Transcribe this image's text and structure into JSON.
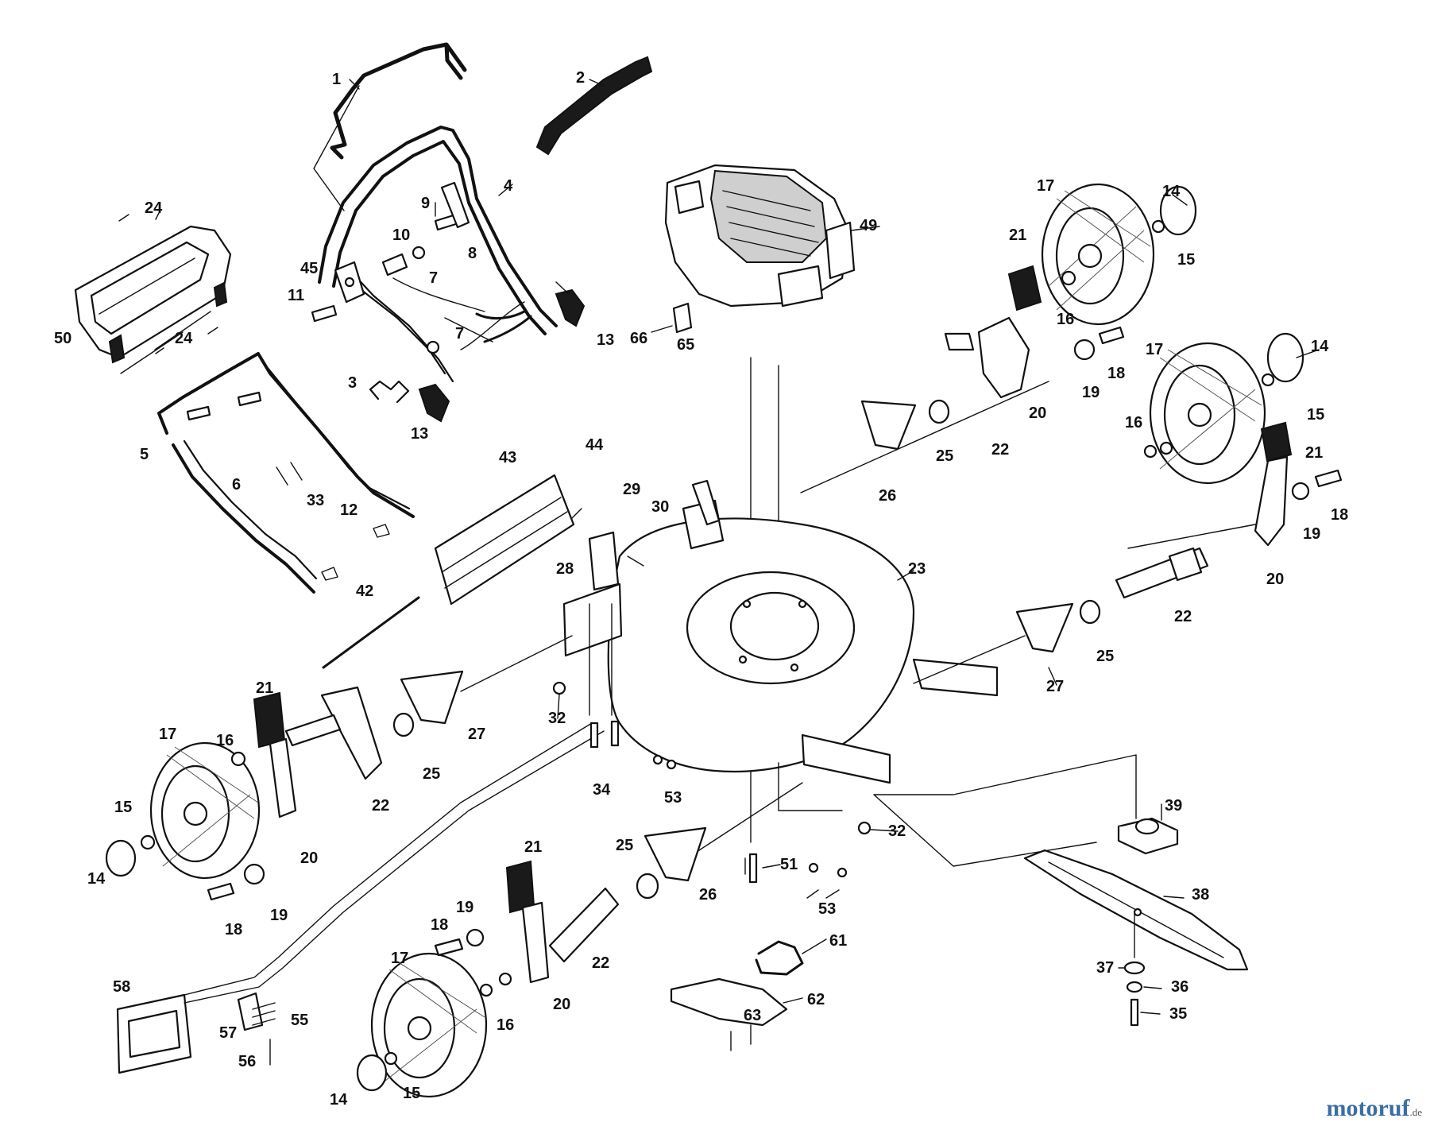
{
  "diagram": {
    "callouts": [
      {
        "id": "c-1",
        "label": "1"
      },
      {
        "id": "c-2",
        "label": "2"
      },
      {
        "id": "c-3",
        "label": "3"
      },
      {
        "id": "c-4",
        "label": "4"
      },
      {
        "id": "c-5",
        "label": "5"
      },
      {
        "id": "c-6",
        "label": "6"
      },
      {
        "id": "c-7a",
        "label": "7"
      },
      {
        "id": "c-7b",
        "label": "7"
      },
      {
        "id": "c-8",
        "label": "8"
      },
      {
        "id": "c-9",
        "label": "9"
      },
      {
        "id": "c-10",
        "label": "10"
      },
      {
        "id": "c-11",
        "label": "11"
      },
      {
        "id": "c-12",
        "label": "12"
      },
      {
        "id": "c-13a",
        "label": "13"
      },
      {
        "id": "c-13b",
        "label": "13"
      },
      {
        "id": "c-14a",
        "label": "14"
      },
      {
        "id": "c-14b",
        "label": "14"
      },
      {
        "id": "c-14c",
        "label": "14"
      },
      {
        "id": "c-14d",
        "label": "14"
      },
      {
        "id": "c-15a",
        "label": "15"
      },
      {
        "id": "c-15b",
        "label": "15"
      },
      {
        "id": "c-15c",
        "label": "15"
      },
      {
        "id": "c-15d",
        "label": "15"
      },
      {
        "id": "c-16a",
        "label": "16"
      },
      {
        "id": "c-16b",
        "label": "16"
      },
      {
        "id": "c-16c",
        "label": "16"
      },
      {
        "id": "c-16d",
        "label": "16"
      },
      {
        "id": "c-17a",
        "label": "17"
      },
      {
        "id": "c-17b",
        "label": "17"
      },
      {
        "id": "c-17c",
        "label": "17"
      },
      {
        "id": "c-17d",
        "label": "17"
      },
      {
        "id": "c-18a",
        "label": "18"
      },
      {
        "id": "c-18b",
        "label": "18"
      },
      {
        "id": "c-18c",
        "label": "18"
      },
      {
        "id": "c-18d",
        "label": "18"
      },
      {
        "id": "c-19a",
        "label": "19"
      },
      {
        "id": "c-19b",
        "label": "19"
      },
      {
        "id": "c-19c",
        "label": "19"
      },
      {
        "id": "c-19d",
        "label": "19"
      },
      {
        "id": "c-20a",
        "label": "20"
      },
      {
        "id": "c-20b",
        "label": "20"
      },
      {
        "id": "c-20c",
        "label": "20"
      },
      {
        "id": "c-20d",
        "label": "20"
      },
      {
        "id": "c-21a",
        "label": "21"
      },
      {
        "id": "c-21b",
        "label": "21"
      },
      {
        "id": "c-21c",
        "label": "21"
      },
      {
        "id": "c-21d",
        "label": "21"
      },
      {
        "id": "c-22a",
        "label": "22"
      },
      {
        "id": "c-22b",
        "label": "22"
      },
      {
        "id": "c-22c",
        "label": "22"
      },
      {
        "id": "c-22d",
        "label": "22"
      },
      {
        "id": "c-23",
        "label": "23"
      },
      {
        "id": "c-24a",
        "label": "24"
      },
      {
        "id": "c-24b",
        "label": "24"
      },
      {
        "id": "c-25a",
        "label": "25"
      },
      {
        "id": "c-25b",
        "label": "25"
      },
      {
        "id": "c-25c",
        "label": "25"
      },
      {
        "id": "c-25d",
        "label": "25"
      },
      {
        "id": "c-26a",
        "label": "26"
      },
      {
        "id": "c-26b",
        "label": "26"
      },
      {
        "id": "c-27a",
        "label": "27"
      },
      {
        "id": "c-27b",
        "label": "27"
      },
      {
        "id": "c-28",
        "label": "28"
      },
      {
        "id": "c-29",
        "label": "29"
      },
      {
        "id": "c-30",
        "label": "30"
      },
      {
        "id": "c-32a",
        "label": "32"
      },
      {
        "id": "c-32b",
        "label": "32"
      },
      {
        "id": "c-33",
        "label": "33"
      },
      {
        "id": "c-34",
        "label": "34"
      },
      {
        "id": "c-35",
        "label": "35"
      },
      {
        "id": "c-36",
        "label": "36"
      },
      {
        "id": "c-37",
        "label": "37"
      },
      {
        "id": "c-38",
        "label": "38"
      },
      {
        "id": "c-39",
        "label": "39"
      },
      {
        "id": "c-42",
        "label": "42"
      },
      {
        "id": "c-43",
        "label": "43"
      },
      {
        "id": "c-44",
        "label": "44"
      },
      {
        "id": "c-45",
        "label": "45"
      },
      {
        "id": "c-49",
        "label": "49"
      },
      {
        "id": "c-50",
        "label": "50"
      },
      {
        "id": "c-51",
        "label": "51"
      },
      {
        "id": "c-53a",
        "label": "53"
      },
      {
        "id": "c-53b",
        "label": "53"
      },
      {
        "id": "c-55",
        "label": "55"
      },
      {
        "id": "c-56",
        "label": "56"
      },
      {
        "id": "c-57",
        "label": "57"
      },
      {
        "id": "c-58",
        "label": "58"
      },
      {
        "id": "c-61",
        "label": "61"
      },
      {
        "id": "c-62",
        "label": "62"
      },
      {
        "id": "c-63",
        "label": "63"
      },
      {
        "id": "c-65",
        "label": "65"
      },
      {
        "id": "c-66",
        "label": "66"
      }
    ]
  },
  "watermark": {
    "main": "motoruf",
    "tld": ".de",
    "main_color": "#3a6ea5",
    "accent_color": "#e07b1a"
  },
  "colors": {
    "ink": "#111111",
    "paper": "#ffffff"
  }
}
